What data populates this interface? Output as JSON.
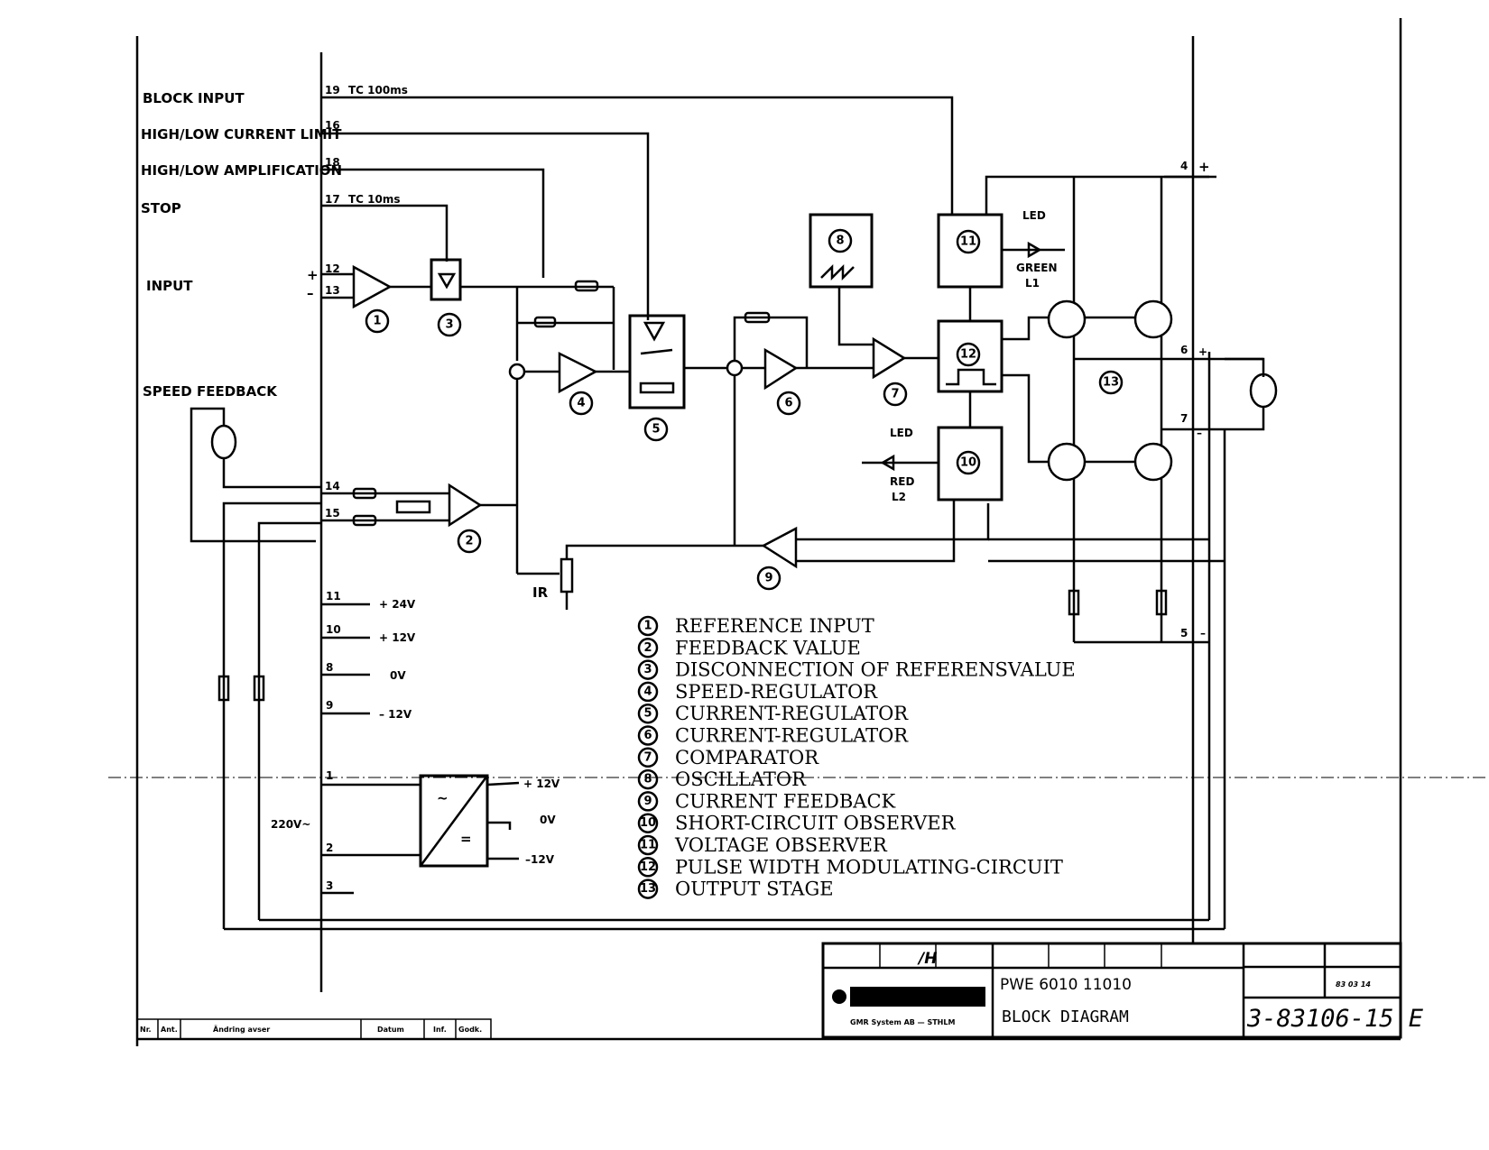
{
  "drawing": {
    "title": "BLOCK DIAGRAM",
    "part_number": "PWE 6010 11010",
    "drawing_number": "3-83106-15 E",
    "date": "83 03 14",
    "company": "GMR System AB — STHLM",
    "revision_marks": "/H"
  },
  "inputs": [
    {
      "label": "BLOCK INPUT",
      "pin": "19",
      "note": "TC 100ms"
    },
    {
      "label": "HIGH/LOW CURRENT LIMIT",
      "pin": "16",
      "note": ""
    },
    {
      "label": "HIGH/LOW AMPLIFICATION",
      "pin": "18",
      "note": ""
    },
    {
      "label": "STOP",
      "pin": "17",
      "note": "TC 10ms"
    },
    {
      "label": "INPUT",
      "pin_plus": "12",
      "pin_minus": "13",
      "plus": "+",
      "minus": "–"
    }
  ],
  "speed_feedback": {
    "label": "SPEED FEEDBACK",
    "pin_a": "14",
    "pin_b": "15"
  },
  "supply_pins": [
    {
      "pin": "11",
      "voltage": "+ 24V"
    },
    {
      "pin": "10",
      "voltage": "+ 12V"
    },
    {
      "pin": "8",
      "voltage": "0V"
    },
    {
      "pin": "9",
      "voltage": "– 12V"
    }
  ],
  "mains": {
    "label": "220V~",
    "pins": [
      "1",
      "2",
      "3"
    ],
    "outputs": [
      "+ 12V",
      "0V",
      "–12V"
    ],
    "ac_symbol": "~",
    "dc_symbol": "="
  },
  "pot_label": "IR",
  "leds": [
    {
      "type": "LED",
      "color": "GREEN",
      "name": "L1"
    },
    {
      "type": "LED",
      "color": "RED",
      "name": "L2"
    }
  ],
  "output_terminals": [
    {
      "pin": "4",
      "sign": "+"
    },
    {
      "pin": "6",
      "sign": "+"
    },
    {
      "pin": "7",
      "sign": "–"
    },
    {
      "pin": "5",
      "sign": "–"
    }
  ],
  "block_numbers": [
    "1",
    "2",
    "3",
    "4",
    "5",
    "6",
    "7",
    "8",
    "9",
    "10",
    "11",
    "12",
    "13"
  ],
  "legend": [
    {
      "num": "1",
      "text": "REFERENCE INPUT"
    },
    {
      "num": "2",
      "text": "FEEDBACK VALUE"
    },
    {
      "num": "3",
      "text": "DISCONNECTION OF REFERENSVALUE"
    },
    {
      "num": "4",
      "text": "SPEED-REGULATOR"
    },
    {
      "num": "5",
      "text": "CURRENT-REGULATOR"
    },
    {
      "num": "6",
      "text": "CURRENT-REGULATOR"
    },
    {
      "num": "7",
      "text": "COMPARATOR"
    },
    {
      "num": "8",
      "text": "OSCILLATOR"
    },
    {
      "num": "9",
      "text": "CURRENT FEEDBACK"
    },
    {
      "num": "10",
      "text": "SHORT-CIRCUIT OBSERVER"
    },
    {
      "num": "11",
      "text": "VOLTAGE OBSERVER"
    },
    {
      "num": "12",
      "text": "PULSE WIDTH MODULATING-CIRCUIT"
    },
    {
      "num": "13",
      "text": "OUTPUT STAGE"
    }
  ],
  "revision_table": {
    "headers": [
      "Nr.",
      "Ant.",
      "Ändring avser",
      "Datum",
      "Inf.",
      "Godk."
    ]
  },
  "colors": {
    "ink": "#000000",
    "paper": "#ffffff"
  }
}
